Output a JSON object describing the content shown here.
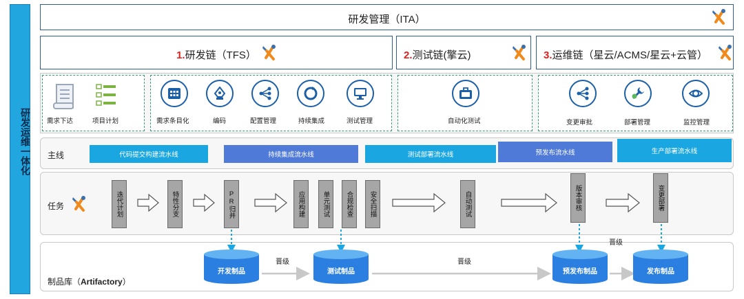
{
  "side_label": "研发运维一体化",
  "top_title": "研发管理（ITA）",
  "chains": [
    {
      "num": "1.",
      "label": "研发链（TFS）"
    },
    {
      "num": "2.",
      "label": "测试链(擎云)"
    },
    {
      "num": "3.",
      "label": "运维链（星云/ACMS/星云+云管）"
    }
  ],
  "tools": {
    "req": "需求下达",
    "plan": "项目计划",
    "req_view": "需求条目化",
    "code": "编码",
    "config": "配置管理",
    "ci": "持续集成",
    "test_mgmt": "测试管理",
    "auto_test": "自动化测试",
    "change": "变更审批",
    "deploy": "部署管理",
    "monitor": "监控管理"
  },
  "mainline": {
    "label": "主线",
    "pipes": [
      "代码提交构建流水线",
      "持续集成流水线",
      "测试部署流水线",
      "预发布流水线",
      "生产部署流水线"
    ]
  },
  "tasks": {
    "label": "任务",
    "items": [
      "迭代计划",
      "特性分支",
      "PR归并",
      "应用构建",
      "单元测试",
      "合规检查",
      "安全扫描",
      "自动测试",
      "版本审核",
      "变更部署"
    ]
  },
  "artifact": {
    "label_prefix": "制品库（",
    "label_bold": "Artifactory",
    "label_suffix": "）",
    "stores": [
      "开发制品",
      "测试制品",
      "预发布制品",
      "发布制品"
    ],
    "promote": [
      "晋级",
      "晋级",
      "晋级"
    ]
  },
  "colors": {
    "cyan": "#1aa6e0",
    "blue": "#4f7ad8",
    "frame": "#2f5c91",
    "dash": "#3a9b7a",
    "task": "#a6a6a6"
  }
}
